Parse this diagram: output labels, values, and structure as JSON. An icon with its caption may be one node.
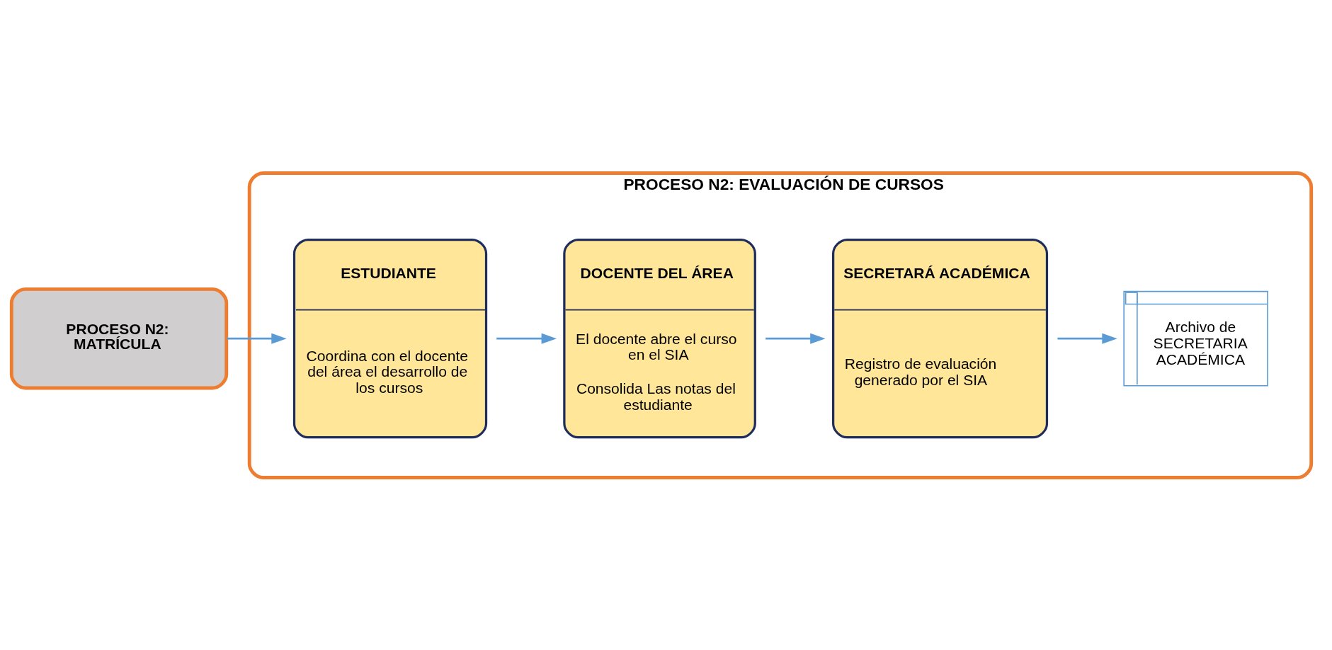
{
  "diagram": {
    "nodes": [
      {
        "text": [
          "PROCESO N2: MATRÍCULA"
        ]
      },
      {
        "text": [
          "PROCESO N2: EVALUACIÓN DE CURSOS"
        ]
      },
      {
        "text": [
          "ESTUDIANTE",
          "Coordina con el docente del área el desarrollo de los cursos"
        ],
        "in": 1
      },
      {
        "text": [
          "DOCENTE DEL ÁREA",
          "El docente abre el curso en el SIA",
          "Consolida Las notas del estudiante"
        ],
        "in": 1
      },
      {
        "text": [
          "SECRETARÁ ACADÉMICA",
          "Registro de evaluación generado por el SIA"
        ],
        "in": 1
      },
      {
        "text": [
          "Archivo de SECRETARIA ACADÉMICA"
        ],
        "in": 1
      }
    ],
    "edges": [
      {
        "from": 0,
        "to": 2,
        "arrow": "to"
      },
      {
        "from": 2,
        "to": 3,
        "arrow": "to"
      },
      {
        "from": 3,
        "to": 4,
        "arrow": "to"
      },
      {
        "from": 4,
        "to": 5,
        "arrow": "to"
      }
    ]
  }
}
